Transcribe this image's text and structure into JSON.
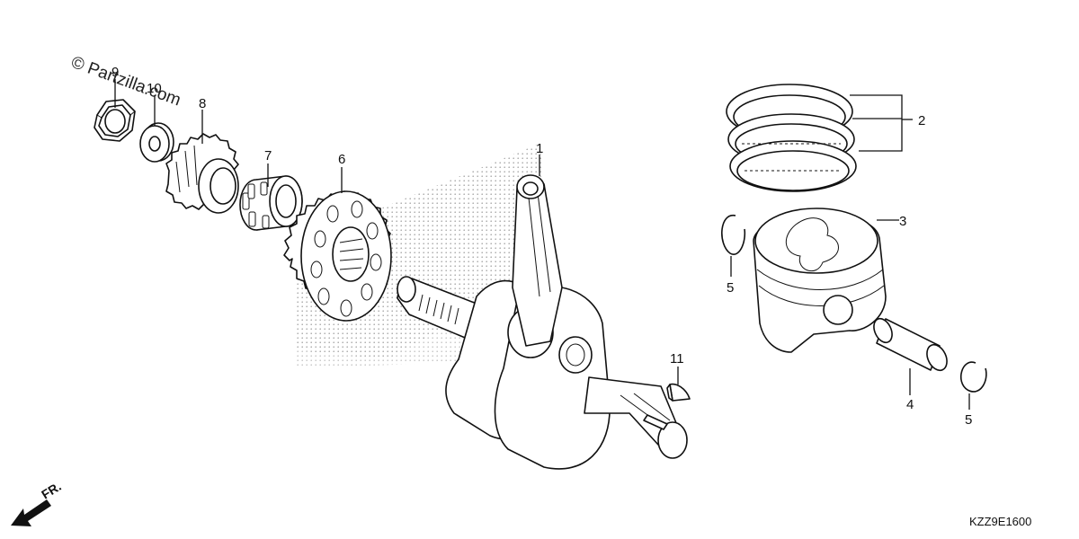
{
  "watermark": "© Partzilla.com",
  "diagram_code": "KZZ9E1600",
  "front_marker": "FR.",
  "callouts": {
    "c1": "1",
    "c2": "2",
    "c3": "3",
    "c4": "4",
    "c5a": "5",
    "c5b": "5",
    "c6": "6",
    "c7": "7",
    "c8": "8",
    "c9": "9",
    "c10": "10",
    "c11": "11"
  }
}
